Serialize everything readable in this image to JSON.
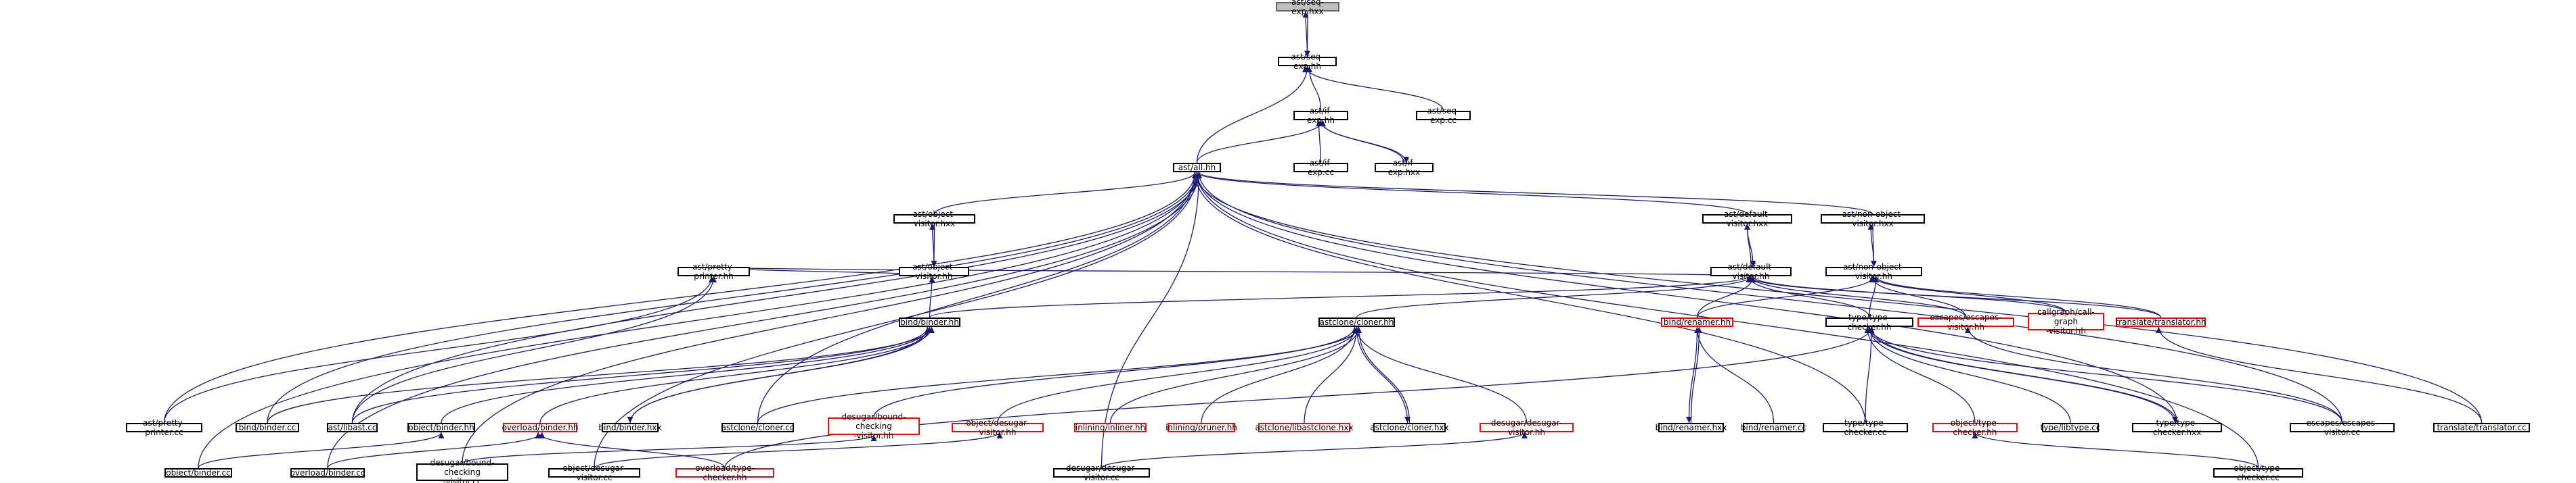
{
  "colors": {
    "edge": "#191970",
    "border": "#000000",
    "incomplete": "#ff0000",
    "root_fill": "#bfbfbf"
  },
  "nodes": {
    "seq_exp_hxx": "ast/seq-exp.hxx",
    "seq_exp_hh": "ast/seq-exp.hh",
    "seq_exp_cc": "ast/seq-exp.cc",
    "if_exp_hh": "ast/if-exp.hh",
    "if_exp_cc": "ast/if-exp.cc",
    "if_exp_hxx": "ast/if-exp.hxx",
    "all_hh": "ast/all.hh",
    "object_visitor_hxx": "ast/object-visitor.hxx",
    "object_visitor_hh": "ast/object-visitor.hh",
    "pretty_printer_hh": "ast/pretty-printer.hh",
    "binder_hh": "bind/binder.hh",
    "default_visitor_hxx": "ast/default-visitor.hxx",
    "default_visitor_hh": "ast/default-visitor.hh",
    "non_object_visitor_hxx": "ast/non-object-visitor.hxx",
    "non_object_visitor_hh": "ast/non-object-visitor.hh",
    "cloner_hh": "astclone/cloner.hh",
    "renamer_hh": "bind/renamer.hh",
    "type_checker_hh": "type/type-checker.hh",
    "escapes_visitor_hh": "escapes/escapes-visitor.hh",
    "callgraph_hh": "callgraph/call-graph\n-visitor.hh",
    "translator_hh": "translate/translator.hh",
    "pretty_printer_cc": "ast/pretty-printer.cc",
    "bind_binder_cc": "bind/binder.cc",
    "libast_cc": "ast/libast.cc",
    "object_binder_hh": "object/binder.hh",
    "overload_binder_hh": "overload/binder.hh",
    "binder_hxx": "bind/binder.hxx",
    "cloner_cc": "astclone/cloner.cc",
    "bound_checking_hh": "desugar/bound-checking\n-visitor.hh",
    "object_desugar_hh": "object/desugar-visitor.hh",
    "inliner_hh": "inlining/inliner.hh",
    "pruner_hh": "inlining/pruner.hh",
    "libastclone_hxx": "astclone/libastclone.hxx",
    "cloner_hxx": "astclone/cloner.hxx",
    "desugar_visitor_hh": "desugar/desugar-visitor.hh",
    "renamer_hxx": "bind/renamer.hxx",
    "renamer_cc": "bind/renamer.cc",
    "type_checker_cc": "type/type-checker.cc",
    "object_type_checker_hh": "object/type-checker.hh",
    "libtype_cc": "type/libtype.cc",
    "type_checker_hxx": "type/type-checker.hxx",
    "escapes_visitor_cc": "escapes/escapes-visitor.cc",
    "translator_cc": "translate/translator.cc",
    "object_binder_cc": "object/binder.cc",
    "overload_binder_cc": "overload/binder.cc",
    "bound_checking_cc": "desugar/bound-checking\n-visitor.cc",
    "object_desugar_cc": "object/desugar-visitor.cc",
    "overload_type_checker_hh": "overload/type-checker.hh",
    "desugar_visitor_cc": "desugar/desugar-visitor.cc",
    "object_type_checker_cc": "object/type-checker.cc"
  }
}
